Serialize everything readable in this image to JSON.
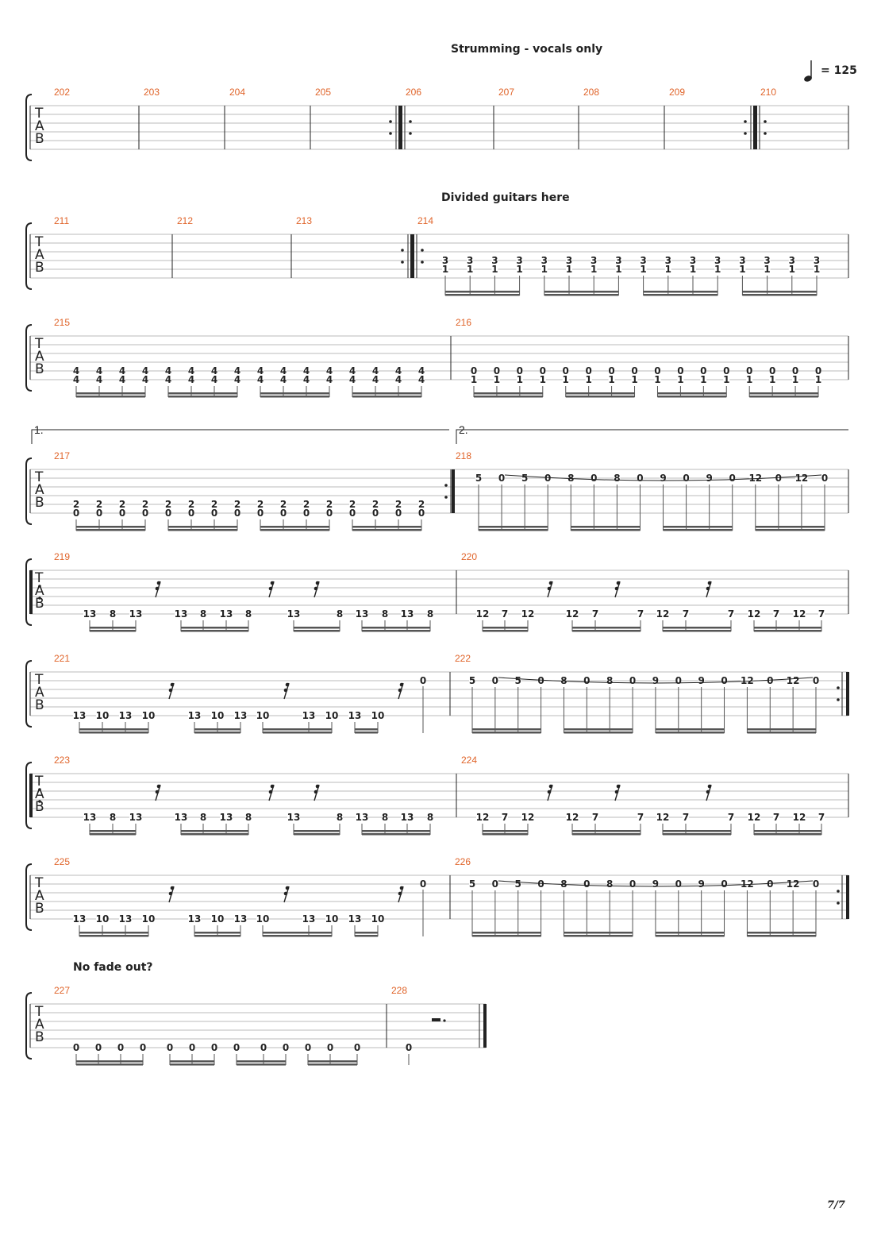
{
  "annotations": {
    "strumming": "Strumming - vocals only",
    "divided": "Divided guitars here",
    "no_fade": "No fade out?"
  },
  "tempo": {
    "value": "= 125"
  },
  "tab_label": [
    "T",
    "A",
    "B"
  ],
  "page_number": "7/7",
  "volta": {
    "first": "1.",
    "second": "2."
  },
  "systems": [
    {
      "measures": [
        "202",
        "203",
        "204",
        "205",
        "206",
        "207",
        "208",
        "209",
        "210"
      ]
    },
    {
      "measures": [
        "211",
        "212",
        "213",
        "214"
      ],
      "fret_rows": [
        {
          "string": 3,
          "measure": "214",
          "frets": [
            "3",
            "3",
            "3",
            "3",
            "3",
            "3",
            "3",
            "3",
            "3",
            "3",
            "3",
            "3",
            "3",
            "3",
            "3",
            "3"
          ]
        },
        {
          "string": 4,
          "measure": "214",
          "frets": [
            "1",
            "1",
            "1",
            "1",
            "1",
            "1",
            "1",
            "1",
            "1",
            "1",
            "1",
            "1",
            "1",
            "1",
            "1",
            "1"
          ]
        }
      ]
    },
    {
      "measures": [
        "215",
        "216"
      ],
      "fret_rows": [
        {
          "string": 4,
          "measure": "215",
          "frets": [
            "4",
            "4",
            "4",
            "4",
            "4",
            "4",
            "4",
            "4",
            "4",
            "4",
            "4",
            "4",
            "4",
            "4",
            "4",
            "4"
          ]
        },
        {
          "string": 5,
          "measure": "215",
          "frets": [
            "4",
            "4",
            "4",
            "4",
            "4",
            "4",
            "4",
            "4",
            "4",
            "4",
            "4",
            "4",
            "4",
            "4",
            "4",
            "4"
          ]
        },
        {
          "string": 4,
          "measure": "216",
          "frets": [
            "0",
            "0",
            "0",
            "0",
            "0",
            "0",
            "0",
            "0",
            "0",
            "0",
            "0",
            "0",
            "0",
            "0",
            "0",
            "0"
          ]
        },
        {
          "string": 5,
          "measure": "216",
          "frets": [
            "1",
            "1",
            "1",
            "1",
            "1",
            "1",
            "1",
            "1",
            "1",
            "1",
            "1",
            "1",
            "1",
            "1",
            "1",
            "1"
          ]
        }
      ]
    },
    {
      "measures": [
        "217",
        "218"
      ],
      "fret_rows": [
        {
          "string": 4,
          "measure": "217",
          "frets": [
            "2",
            "2",
            "2",
            "2",
            "2",
            "2",
            "2",
            "2",
            "2",
            "2",
            "2",
            "2",
            "2",
            "2",
            "2",
            "2"
          ]
        },
        {
          "string": 5,
          "measure": "217",
          "frets": [
            "0",
            "0",
            "0",
            "0",
            "0",
            "0",
            "0",
            "0",
            "0",
            "0",
            "0",
            "0",
            "0",
            "0",
            "0",
            "0"
          ]
        },
        {
          "string": 1,
          "measure": "218",
          "frets": [
            "5",
            "0",
            "5",
            "0",
            "8",
            "0",
            "8",
            "0",
            "9",
            "0",
            "9",
            "0",
            "12",
            "0",
            "12",
            "0"
          ]
        }
      ]
    },
    {
      "measures": [
        "219",
        "220"
      ],
      "fret_rows": [
        {
          "string": 5,
          "measure": "219",
          "frets": [
            "13",
            "8",
            "13",
            "13",
            "8",
            "13",
            "8",
            "13",
            "8",
            "13",
            "8",
            "13",
            "8"
          ]
        },
        {
          "string": 5,
          "measure": "220",
          "frets": [
            "12",
            "7",
            "12",
            "12",
            "7",
            "7",
            "12",
            "7",
            "7",
            "12",
            "7",
            "12",
            "7"
          ]
        }
      ]
    },
    {
      "measures": [
        "221",
        "222"
      ],
      "fret_rows": [
        {
          "string": 5,
          "measure": "221",
          "frets": [
            "13",
            "10",
            "13",
            "10",
            "13",
            "10",
            "13",
            "10",
            "13",
            "10",
            "13",
            "10"
          ]
        },
        {
          "string": 1,
          "measure": "221",
          "frets": [
            "0"
          ]
        },
        {
          "string": 1,
          "measure": "222",
          "frets": [
            "5",
            "0",
            "5",
            "0",
            "8",
            "0",
            "8",
            "0",
            "9",
            "0",
            "9",
            "0",
            "12",
            "0",
            "12",
            "0"
          ]
        }
      ]
    },
    {
      "measures": [
        "223",
        "224"
      ],
      "fret_rows": [
        {
          "string": 5,
          "measure": "223",
          "frets": [
            "13",
            "8",
            "13",
            "13",
            "8",
            "13",
            "8",
            "13",
            "8",
            "13",
            "8",
            "13",
            "8"
          ]
        },
        {
          "string": 5,
          "measure": "224",
          "frets": [
            "12",
            "7",
            "12",
            "12",
            "7",
            "7",
            "12",
            "7",
            "7",
            "12",
            "7",
            "12",
            "7"
          ]
        }
      ]
    },
    {
      "measures": [
        "225",
        "226"
      ],
      "fret_rows": [
        {
          "string": 5,
          "measure": "225",
          "frets": [
            "13",
            "10",
            "13",
            "10",
            "13",
            "10",
            "13",
            "10",
            "13",
            "10",
            "13",
            "10"
          ]
        },
        {
          "string": 1,
          "measure": "225",
          "frets": [
            "0"
          ]
        },
        {
          "string": 1,
          "measure": "226",
          "frets": [
            "5",
            "0",
            "5",
            "0",
            "8",
            "0",
            "8",
            "0",
            "9",
            "0",
            "9",
            "0",
            "12",
            "0",
            "12",
            "0"
          ]
        }
      ]
    },
    {
      "measures": [
        "227",
        "228"
      ],
      "fret_rows": [
        {
          "string": 5,
          "measure": "227",
          "frets": [
            "0",
            "0",
            "0",
            "0",
            "0",
            "0",
            "0",
            "0",
            "0",
            "0",
            "0",
            "0",
            "0"
          ]
        },
        {
          "string": 5,
          "measure": "228",
          "frets": [
            "0"
          ]
        }
      ]
    }
  ]
}
